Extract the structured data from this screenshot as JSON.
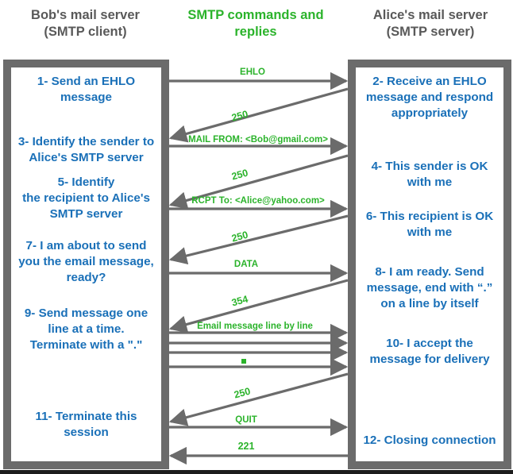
{
  "header": {
    "left_title": "Bob's mail server\n(SMTP client)",
    "left_title_line1": "Bob's mail server",
    "left_title_line2": "(SMTP client)",
    "mid_title_line1": "SMTP commands and",
    "mid_title_line2": "replies",
    "right_title_line1": "Alice's mail server",
    "right_title_line2": "(SMTP server)"
  },
  "colors": {
    "green": "#2bb32b",
    "blue": "#1a70b8",
    "gray_panel": "#6b6b6b",
    "gray_header_text": "#595959",
    "arrow_gray": "#6b6b6b",
    "background": "#ffffff"
  },
  "client_steps": [
    {
      "id": "step-1",
      "text": "1- Send an EHLO message"
    },
    {
      "id": "step-3",
      "text": "3- Identify the sender to Alice's SMTP server"
    },
    {
      "id": "step-5",
      "text": "5- Identify\nthe recipient to Alice's SMTP server"
    },
    {
      "id": "step-7",
      "text": "7- I am about to send you the email message, ready?"
    },
    {
      "id": "step-9",
      "text": "9- Send message one line at a time.\nTerminate with a \".\""
    },
    {
      "id": "step-11",
      "text": "11- Terminate this session"
    }
  ],
  "server_steps": [
    {
      "id": "step-2",
      "text": "2- Receive an EHLO message and respond appropriately"
    },
    {
      "id": "step-4",
      "text": "4- This sender is OK with me"
    },
    {
      "id": "step-6",
      "text": "6- This recipient is OK with me"
    },
    {
      "id": "step-8",
      "text": "8-  I am ready. Send message, end with “.” on a line by itself"
    },
    {
      "id": "step-10",
      "text": "10-  I accept the message for delivery"
    },
    {
      "id": "step-12",
      "text": "12-  Closing connection"
    }
  ],
  "messages": [
    {
      "id": "msg-ehlo",
      "label": "EHLO",
      "direction": "to-server",
      "font_size": 11.5
    },
    {
      "id": "msg-250-a",
      "label": "250",
      "direction": "to-client",
      "font_size": 12.5
    },
    {
      "id": "msg-mail-from",
      "label": "MAIL FROM: <Bob@gmail.com>",
      "direction": "to-server",
      "font_size": 11.5
    },
    {
      "id": "msg-250-b",
      "label": "250",
      "direction": "to-client",
      "font_size": 12.5
    },
    {
      "id": "msg-rcpt-to",
      "label": "RCPT To: <Alice@yahoo.com>",
      "direction": "to-server",
      "font_size": 11.5
    },
    {
      "id": "msg-250-c",
      "label": "250",
      "direction": "to-client",
      "font_size": 12.5
    },
    {
      "id": "msg-data",
      "label": "DATA",
      "direction": "to-server",
      "font_size": 11.5
    },
    {
      "id": "msg-354",
      "label": "354",
      "direction": "to-client",
      "font_size": 12.5
    },
    {
      "id": "msg-email-body",
      "label": "Email message line by line",
      "direction": "to-server",
      "font_size": 11.5
    },
    {
      "id": "msg-body-2",
      "label": "",
      "direction": "to-server",
      "font_size": 11.5
    },
    {
      "id": "msg-body-3",
      "label": "",
      "direction": "to-server",
      "font_size": 11.5
    },
    {
      "id": "msg-terminator",
      "label": "",
      "direction": "to-server",
      "font_size": 11.5
    },
    {
      "id": "msg-250-d",
      "label": "250",
      "direction": "to-client",
      "font_size": 12.5
    },
    {
      "id": "msg-quit",
      "label": "QUIT",
      "direction": "to-server",
      "font_size": 11.5
    },
    {
      "id": "msg-221",
      "label": "221",
      "direction": "to-client",
      "font_size": 12.5
    }
  ]
}
